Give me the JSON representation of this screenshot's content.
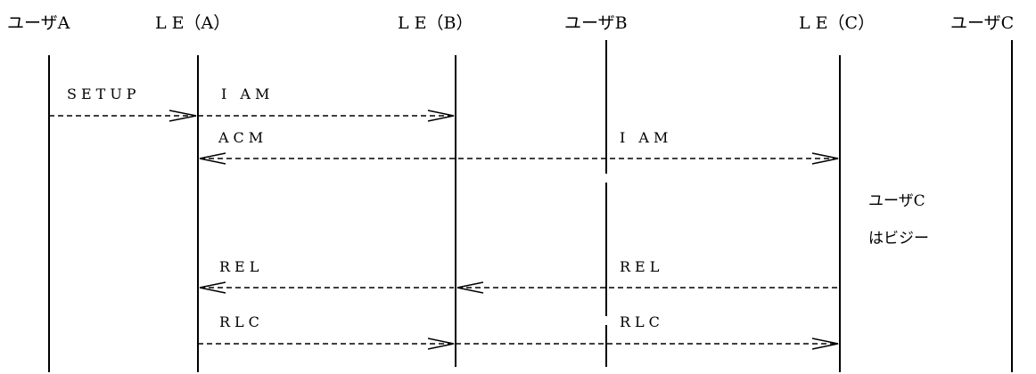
{
  "entities": [
    {
      "id": "userA",
      "label": "ユーザA"
    },
    {
      "id": "leA",
      "label": "L E（A）"
    },
    {
      "id": "leB",
      "label": "L E（B）"
    },
    {
      "id": "userB",
      "label": "ユーザB"
    },
    {
      "id": "leC",
      "label": "L E（C）"
    },
    {
      "id": "userC",
      "label": "ユーザC"
    }
  ],
  "messages": [
    {
      "id": "setup",
      "label": "SETUP"
    },
    {
      "id": "iam1",
      "label": "I AM"
    },
    {
      "id": "acm",
      "label": "ACM"
    },
    {
      "id": "iam2",
      "label": "I AM"
    },
    {
      "id": "rel1",
      "label": "REL"
    },
    {
      "id": "rel2",
      "label": "REL"
    },
    {
      "id": "rlc1",
      "label": "RLC"
    },
    {
      "id": "rlc2",
      "label": "RLC"
    }
  ],
  "note": {
    "line1": "ユーザC",
    "line2": "はビジー"
  }
}
